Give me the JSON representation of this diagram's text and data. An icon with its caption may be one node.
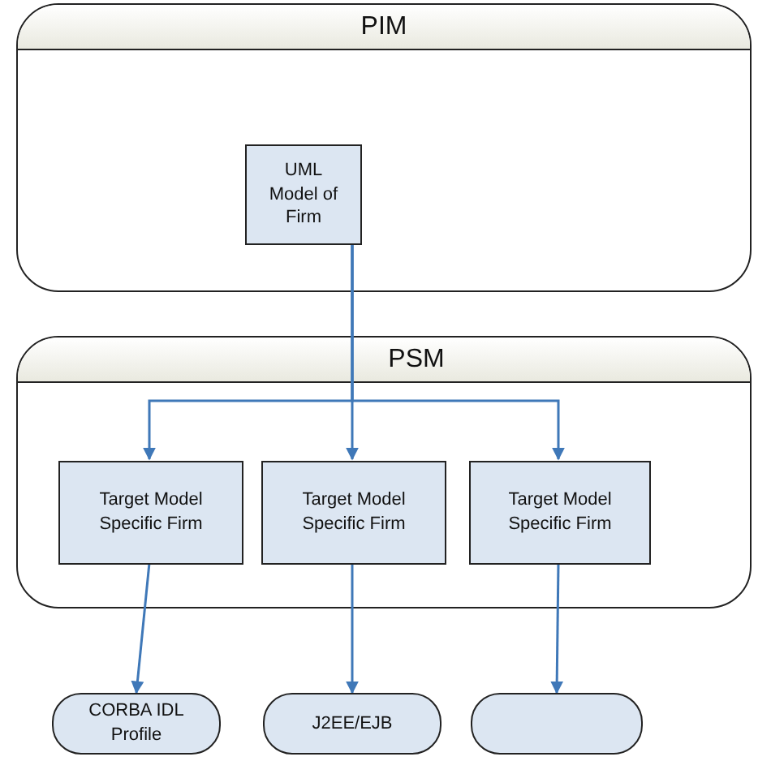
{
  "diagram": {
    "nodes": [
      {
        "text": [
          "PIM"
        ]
      },
      {
        "text": [
          "UML Model of Firm"
        ],
        "in": 0
      },
      {
        "text": [
          "PSM"
        ]
      },
      {
        "text": [
          "Target Model Specific Firm"
        ],
        "in": 2
      },
      {
        "text": [
          "Target Model Specific Firm"
        ],
        "in": 2
      },
      {
        "text": [
          "Target Model Specific Firm"
        ],
        "in": 2
      },
      {
        "text": [
          "CORBA IDL Profile"
        ]
      },
      {
        "text": [
          "J2EE/EJB"
        ]
      },
      {
        "text": [],
        "shape": "box"
      }
    ],
    "edges": [
      {
        "from": 1,
        "to": 3,
        "arrow": "to"
      },
      {
        "from": 1,
        "to": 4,
        "arrow": "to"
      },
      {
        "from": 1,
        "to": 5,
        "arrow": "to"
      },
      {
        "from": 3,
        "to": 6,
        "arrow": "to"
      },
      {
        "from": 4,
        "to": 7,
        "arrow": "to"
      },
      {
        "from": 5,
        "to": 8,
        "arrow": "to"
      }
    ]
  }
}
